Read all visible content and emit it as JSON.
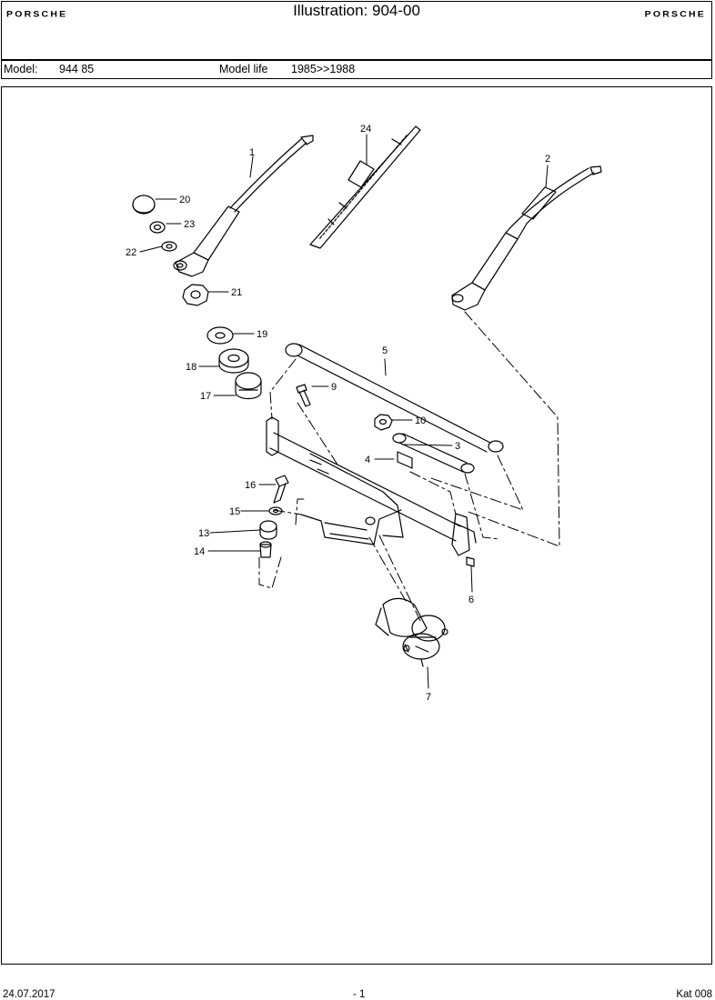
{
  "header": {
    "logo_left": "PORSCHE",
    "logo_right": "PORSCHE",
    "title": "Illustration: 904-00"
  },
  "model_bar": {
    "model_label": "Model:",
    "model_value": "944 85",
    "life_label": "Model life",
    "life_value": "1985>>1988"
  },
  "callouts": {
    "c1": "1",
    "c2": "2",
    "c3": "3",
    "c4": "4",
    "c5": "5",
    "c6": "6",
    "c7": "7",
    "c9": "9",
    "c10": "10",
    "c13": "13",
    "c14": "14",
    "c15": "15",
    "c16": "16",
    "c17": "17",
    "c18": "18",
    "c19": "19",
    "c20": "20",
    "c21": "21",
    "c22": "22",
    "c23": "23",
    "c24": "24"
  },
  "footer": {
    "date": "24.07.2017",
    "page": "- 1",
    "catalog": "Kat 008"
  }
}
